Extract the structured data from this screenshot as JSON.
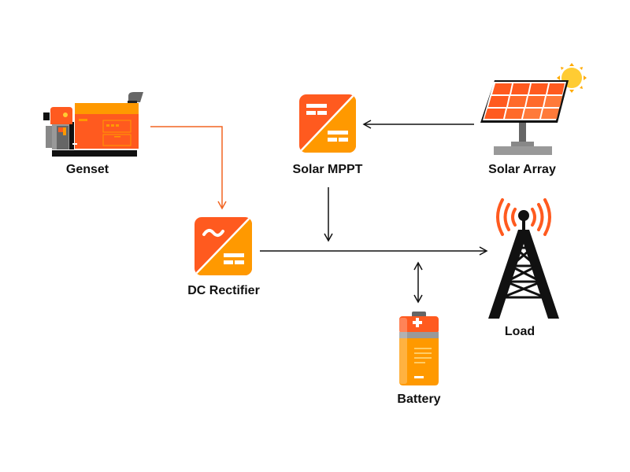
{
  "nodes": {
    "genset": {
      "label": "Genset"
    },
    "solar_mppt": {
      "label": "Solar MPPT"
    },
    "solar_array": {
      "label": "Solar Array"
    },
    "dc_rectifier": {
      "label": "DC Rectifier"
    },
    "load": {
      "label": "Load"
    },
    "battery": {
      "label": "Battery"
    }
  },
  "edges": [
    {
      "from": "genset",
      "to": "dc_rectifier",
      "color": "#f26522",
      "direction": "one-way"
    },
    {
      "from": "solar_array",
      "to": "solar_mppt",
      "color": "#111111",
      "direction": "one-way"
    },
    {
      "from": "solar_mppt",
      "to": "dc_bus",
      "color": "#111111",
      "direction": "one-way"
    },
    {
      "from": "dc_rectifier",
      "to": "load",
      "color": "#111111",
      "direction": "one-way"
    },
    {
      "from": "battery",
      "to": "dc_bus",
      "color": "#111111",
      "direction": "two-way"
    }
  ],
  "colors": {
    "orange_dark": "#ff5a1f",
    "orange_light": "#ff9900",
    "sun": "#ffcc33",
    "grey": "#777777",
    "black": "#111111"
  }
}
